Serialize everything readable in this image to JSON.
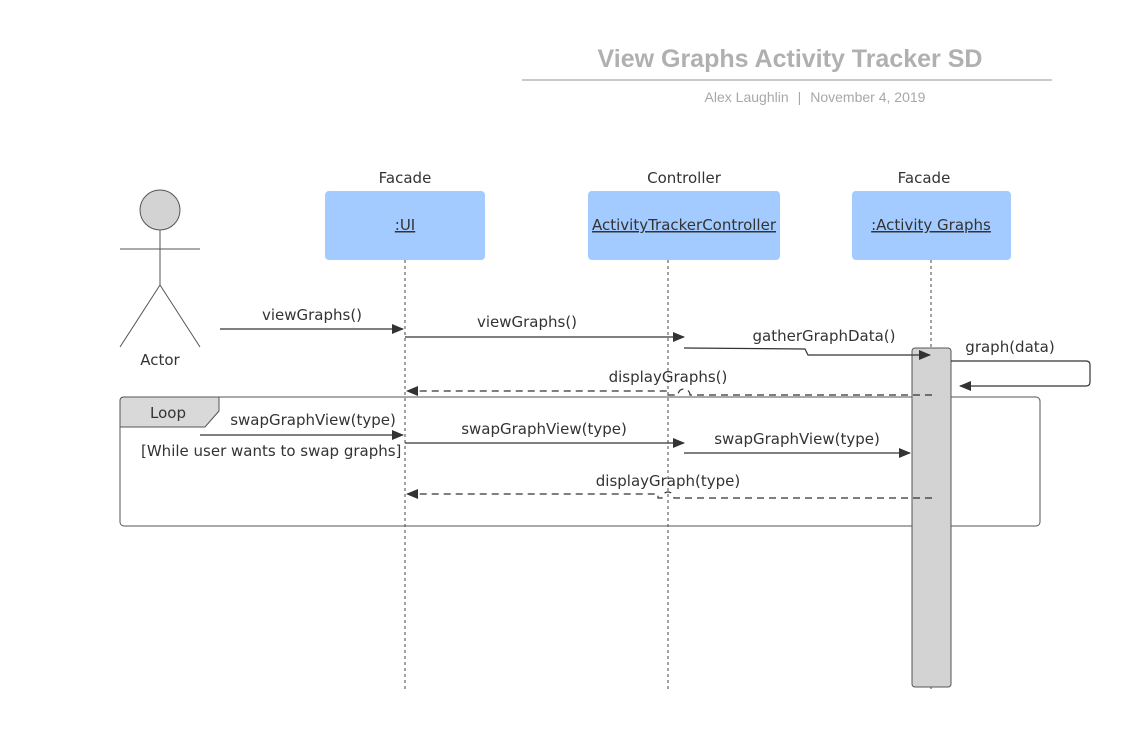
{
  "title": "View Graphs Activity Tracker SD",
  "subtitle": {
    "author": "Alex Laughlin",
    "separator": "|",
    "date": "November 4, 2019"
  },
  "actor": {
    "label": "Actor"
  },
  "participants": [
    {
      "stereotype": "Facade",
      "name": ":UI"
    },
    {
      "stereotype": "Controller",
      "name": "ActivityTrackerController"
    },
    {
      "stereotype": "Facade",
      "name": ":Activity Graphs"
    }
  ],
  "messages": {
    "m1": "viewGraphs()",
    "m2": "viewGraphs()",
    "m3": "gatherGraphData()",
    "m4": "graph(data)",
    "m5": "displayGraphs()",
    "m6": "swapGraphView(type)",
    "m7": "swapGraphView(type)",
    "m8": "swapGraphView(type)",
    "m9": "displayGraph(type)"
  },
  "loop": {
    "label": "Loop",
    "guard": "[While user wants to swap graphs]"
  },
  "colors": {
    "participant_fill": "#a3cbff",
    "activation_fill": "#d3d3d3",
    "actor_head": "#d3d3d3",
    "loop_tab": "#d9d9d9",
    "title": "#b0b0b0"
  }
}
